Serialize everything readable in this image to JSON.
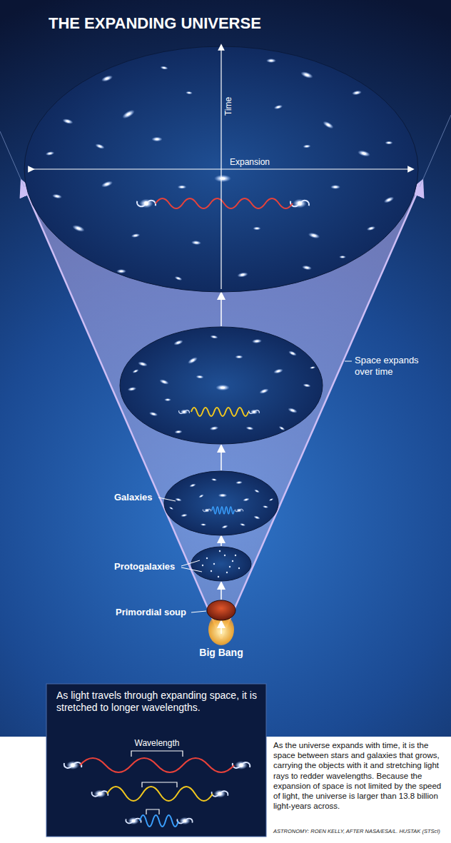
{
  "diagram": {
    "title": "THE EXPANDING UNIVERSE",
    "caption": "As the universe expands with time, it is the space between stars and galaxies that grows, carrying the objects with it and stretching light rays to redder wavelengths. Because the expansion of space is not limited by the speed of light, the universe is larger than 13.8 billion light-years across.",
    "nodes": [
      {
        "text": [
          "As light travels through expanding space, it is stretched to longer wavelengths.",
          "Wavelength"
        ]
      }
    ],
    "labels": [
      "Time",
      "Expansion",
      "Space expands over time",
      "Galaxies",
      "Protogalaxies",
      "Primordial soup",
      "Big Bang",
      "ASTRONOMY: ROEN KELLY, AFTER NASA/ESA/L. HUSTAK (STScI)"
    ]
  }
}
